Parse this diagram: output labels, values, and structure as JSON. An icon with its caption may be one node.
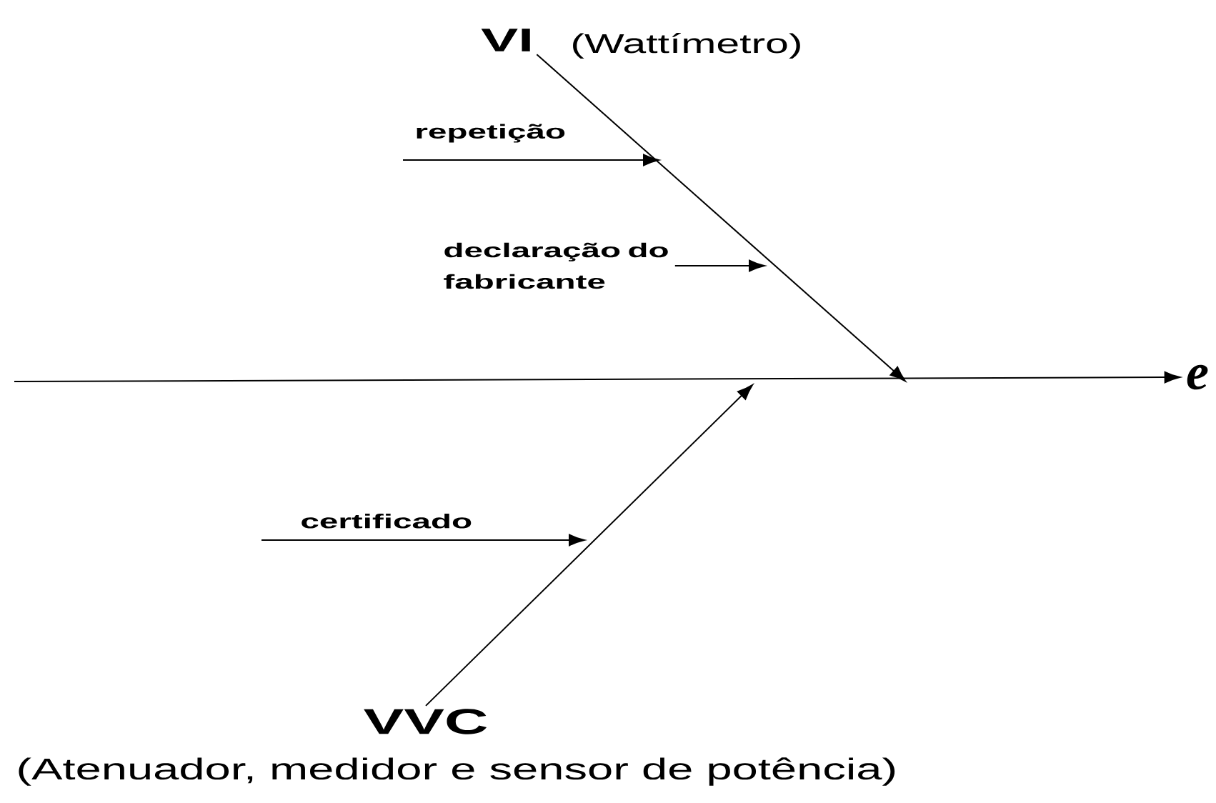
{
  "diagram": {
    "nodes": [
      {
        "text": [
          "VI"
        ],
        "beside": [
          "(Wattímetro)"
        ]
      },
      {
        "text": [
          "repetição"
        ]
      },
      {
        "text": [
          "declaração do fabricante"
        ]
      },
      {
        "text": [
          "e"
        ]
      },
      {
        "text": [
          "certificado"
        ]
      },
      {
        "text": [
          "VVC"
        ],
        "beside": [
          "(Atenuador, medidor e sensor de potência)"
        ]
      }
    ],
    "edges": [
      {
        "from": 0,
        "to": null,
        "arrow": "to"
      },
      {
        "from": 1,
        "to": null,
        "arrow": "to"
      },
      {
        "from": 2,
        "to": null,
        "arrow": "to"
      },
      {
        "from": null,
        "to": 3,
        "arrow": "to"
      },
      {
        "from": 4,
        "to": null,
        "arrow": "to"
      },
      {
        "from": 5,
        "to": null,
        "arrow": "to"
      }
    ]
  }
}
